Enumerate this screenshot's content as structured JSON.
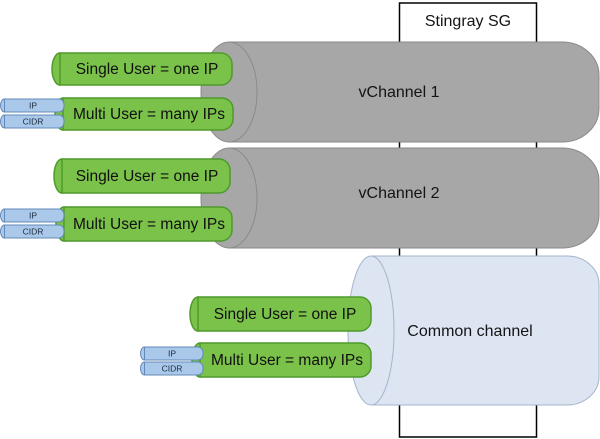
{
  "title_box": {
    "label": "Stingray SG"
  },
  "channels": [
    {
      "label": "vChannel 1"
    },
    {
      "label": "vChannel 2"
    },
    {
      "label": "Common channel"
    }
  ],
  "groups": [
    {
      "single": "Single User = one IP",
      "multi": "Multi User = many IPs",
      "ip": "IP",
      "cidr": "CIDR"
    },
    {
      "single": "Single User = one IP",
      "multi": "Multi User = many IPs",
      "ip": "IP",
      "cidr": "CIDR"
    },
    {
      "single": "Single User = one IP",
      "multi": "Multi User = many IPs",
      "ip": "IP",
      "cidr": "CIDR"
    }
  ],
  "colors": {
    "channel_gray": "#a7a7a7",
    "channel_gray_border": "#8a8a8a",
    "channel_blue": "#dce5f1",
    "channel_blue_border": "#a5b5cb",
    "pipe_green": "#7bc24a",
    "pipe_green_border": "#4f9a2c",
    "pipe_blue": "#a9c8ea",
    "pipe_blue_border": "#6289b8",
    "box_fill": "#ffffff",
    "box_border": "#000000"
  }
}
